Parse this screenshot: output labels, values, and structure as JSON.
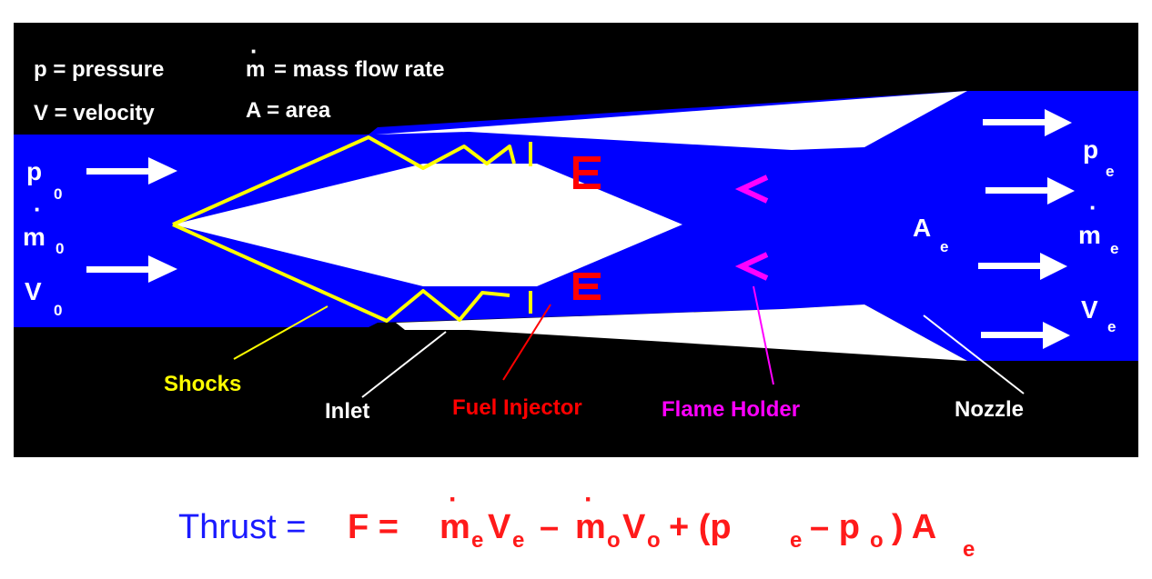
{
  "legend": {
    "pressure": "p  =  pressure",
    "mdot_sym": "m",
    "mass_flow": "=  mass flow rate",
    "velocity": "V  =  velocity",
    "area": "A = area"
  },
  "inflow": {
    "p": "p",
    "p_sub": "0",
    "m": "m",
    "m_sub": "0",
    "v": "V",
    "v_sub": "0"
  },
  "exit": {
    "p": "p",
    "p_sub": "e",
    "m": "m",
    "m_sub": "e",
    "v": "V",
    "v_sub": "e",
    "a": "A",
    "a_sub": "e"
  },
  "components": {
    "shocks": "Shocks",
    "inlet": "Inlet",
    "fuel_injector": "Fuel Injector",
    "flame_holder": "Flame Holder",
    "nozzle": "Nozzle"
  },
  "equation": {
    "thrust": "Thrust =",
    "f": "F  =",
    "m1": "m",
    "s1": "e",
    "v1": "V",
    "s2": "e",
    "minus": "–",
    "m2": "m",
    "s3": "o",
    "v2": "V",
    "s4": "o",
    "plus_open": "+  (p",
    "s5": "e",
    "minus2": "–  p",
    "s6": "o",
    "close_a": ")  A",
    "s7": "e"
  },
  "colors": {
    "background": "#000000",
    "flow": "#0000ff",
    "body": "#ffffff",
    "shocks": "#ffff00",
    "fuel_injector": "#ff0000",
    "flame_holder": "#ff00ff",
    "thrust_label": "#1a1aff",
    "equation": "#ff1a1a"
  }
}
